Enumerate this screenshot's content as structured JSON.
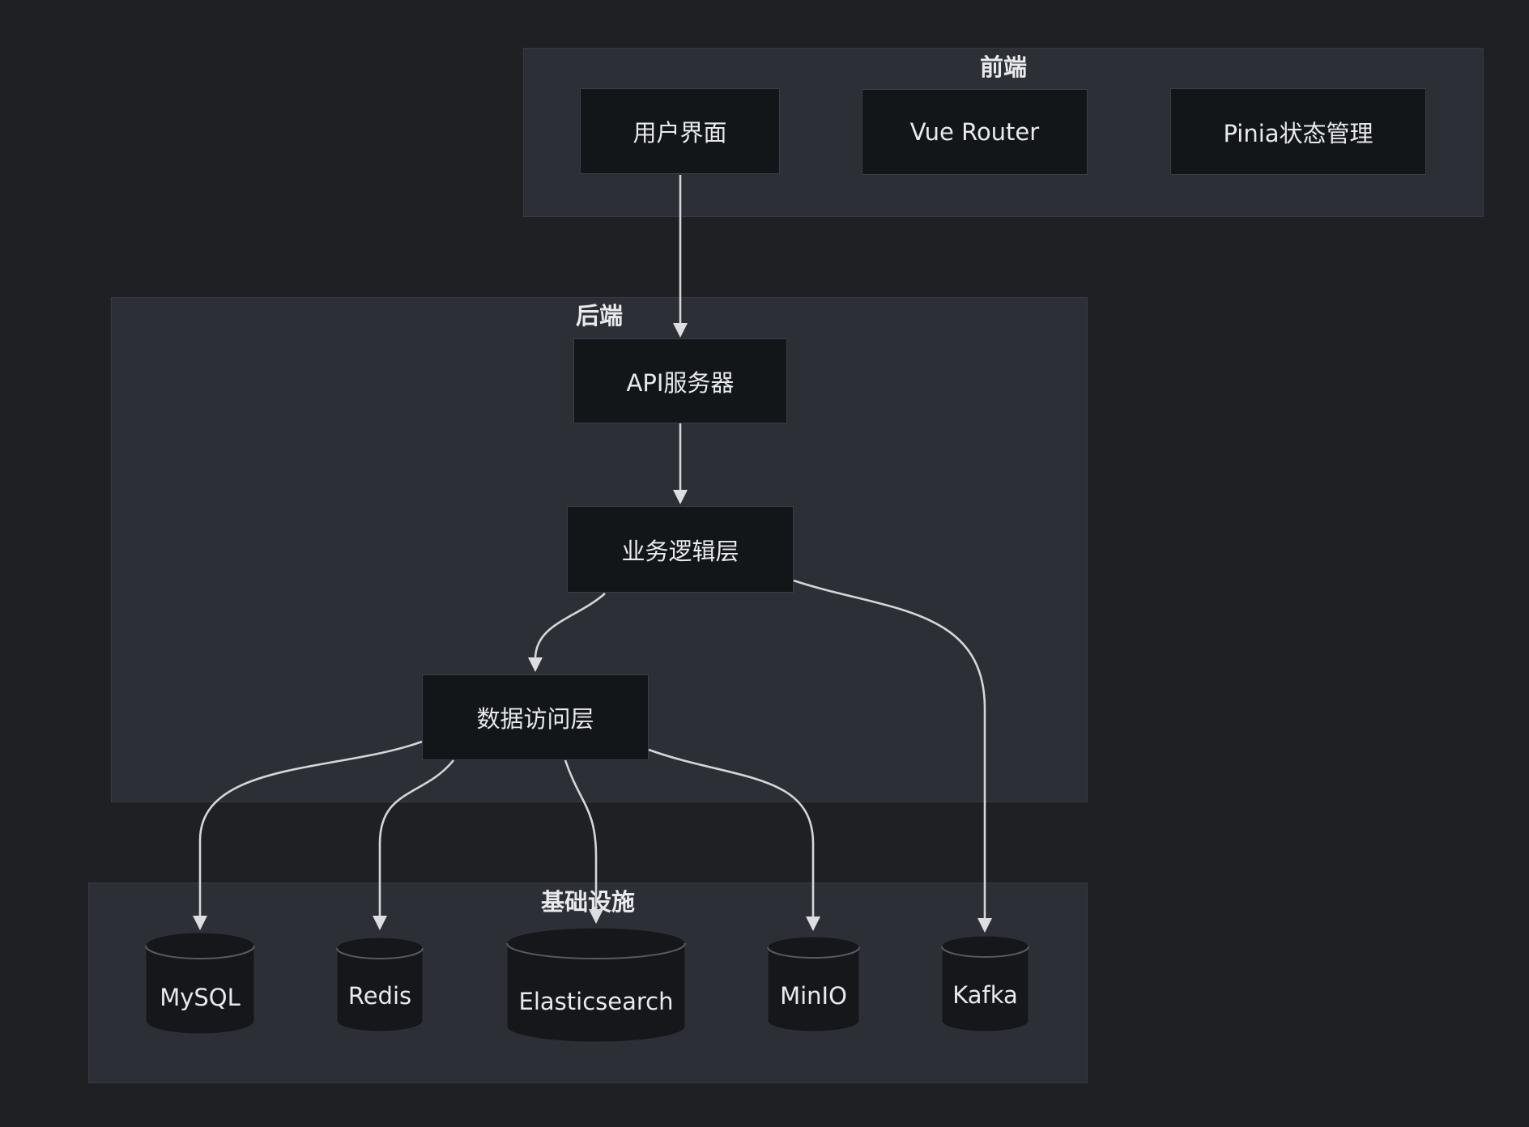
{
  "diagram_type": "flowchart",
  "groups": {
    "frontend": {
      "label": "前端"
    },
    "backend": {
      "label": "后端"
    },
    "infrastructure": {
      "label": "基础设施"
    }
  },
  "nodes": {
    "ui": {
      "label": "用户界面",
      "shape": "rect",
      "group": "frontend"
    },
    "vue_router": {
      "label": "Vue Router",
      "shape": "rect",
      "group": "frontend"
    },
    "pinia": {
      "label": "Pinia状态管理",
      "shape": "rect",
      "group": "frontend"
    },
    "api_server": {
      "label": "API服务器",
      "shape": "rect",
      "group": "backend"
    },
    "business_logic": {
      "label": "业务逻辑层",
      "shape": "rect",
      "group": "backend"
    },
    "data_access": {
      "label": "数据访问层",
      "shape": "rect",
      "group": "backend"
    },
    "mysql": {
      "label": "MySQL",
      "shape": "cylinder",
      "group": "infrastructure"
    },
    "redis": {
      "label": "Redis",
      "shape": "cylinder",
      "group": "infrastructure"
    },
    "elasticsearch": {
      "label": "Elasticsearch",
      "shape": "cylinder",
      "group": "infrastructure"
    },
    "minio": {
      "label": "MinIO",
      "shape": "cylinder",
      "group": "infrastructure"
    },
    "kafka": {
      "label": "Kafka",
      "shape": "cylinder",
      "group": "infrastructure"
    }
  },
  "edges": [
    {
      "from": "用户界面",
      "to": "API服务器"
    },
    {
      "from": "API服务器",
      "to": "业务逻辑层"
    },
    {
      "from": "业务逻辑层",
      "to": "数据访问层"
    },
    {
      "from": "业务逻辑层",
      "to": "Kafka"
    },
    {
      "from": "数据访问层",
      "to": "MySQL"
    },
    {
      "from": "数据访问层",
      "to": "Redis"
    },
    {
      "from": "数据访问层",
      "to": "Elasticsearch"
    },
    {
      "from": "数据访问层",
      "to": "MinIO"
    }
  ],
  "colors": {
    "page_bg": "#1e2024",
    "group_bg": "#2c2f35",
    "node_bg": "#131619",
    "node_border": "#3a3f46",
    "text": "#e8eaed",
    "edge_stroke": "#d4d7da",
    "cylinder_arc": "#565c64"
  }
}
